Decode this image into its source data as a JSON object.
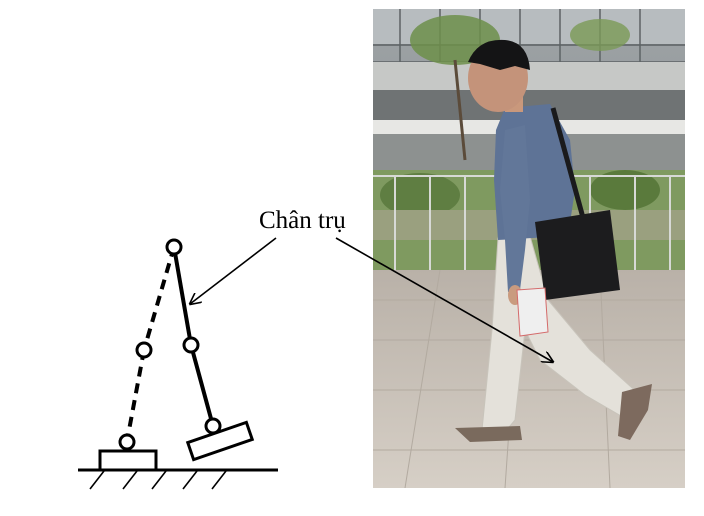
{
  "annotation": {
    "label": "Chân trụ"
  },
  "colors": {
    "ink": "#000000",
    "background": "#ffffff",
    "photo_floor": "#c9c0b6",
    "photo_building": "#8a8f93",
    "photo_vegetation": "#6f8a4e",
    "shirt": "#5a6f92",
    "pants": "#e6e3dc",
    "bag": "#1b1b1d"
  },
  "icons": {
    "diagram": "stick-leg-diagram",
    "photo": "walking-man-photo"
  }
}
